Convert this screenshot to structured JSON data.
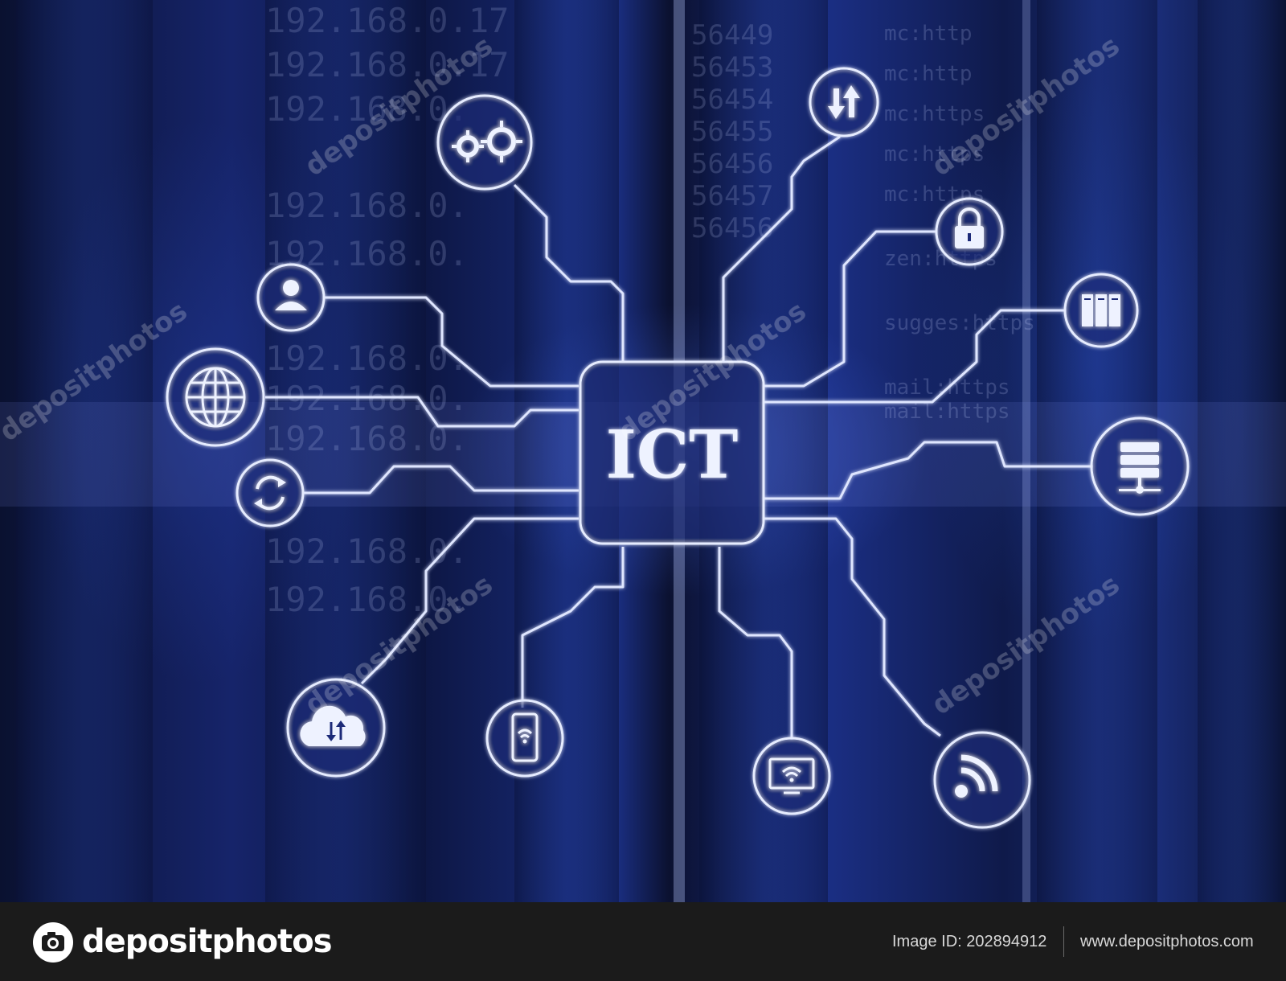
{
  "hub": {
    "label": "ICT"
  },
  "background_text": {
    "ip_lines": [
      "192.168.0.17",
      "192.168.0.17",
      "192.168.0.",
      "192.168.0.",
      "192.168.0.",
      "192.168.0.",
      "192.168.0.",
      "192.168.0.",
      "192.168.0.",
      "192.168.0."
    ],
    "port_lines": [
      "56449",
      "56453",
      "56454",
      "56455",
      "56456",
      "56457",
      "56456"
    ],
    "protocol_lines": [
      "mc:http",
      "mc:http",
      "mc:https",
      "mc:https",
      "mc:https",
      "zen:https",
      "sugges:https",
      "mail:https",
      "mail:https"
    ]
  },
  "watermark": {
    "text": "depositphotos"
  },
  "footer": {
    "brand": "depositphotos",
    "image_id": "Image ID: 202894912",
    "url": "www.depositphotos.com"
  },
  "colors": {
    "line": "#dfe6ff",
    "glow": "#6f8cff",
    "footer_bg": "#1b1b1b"
  }
}
